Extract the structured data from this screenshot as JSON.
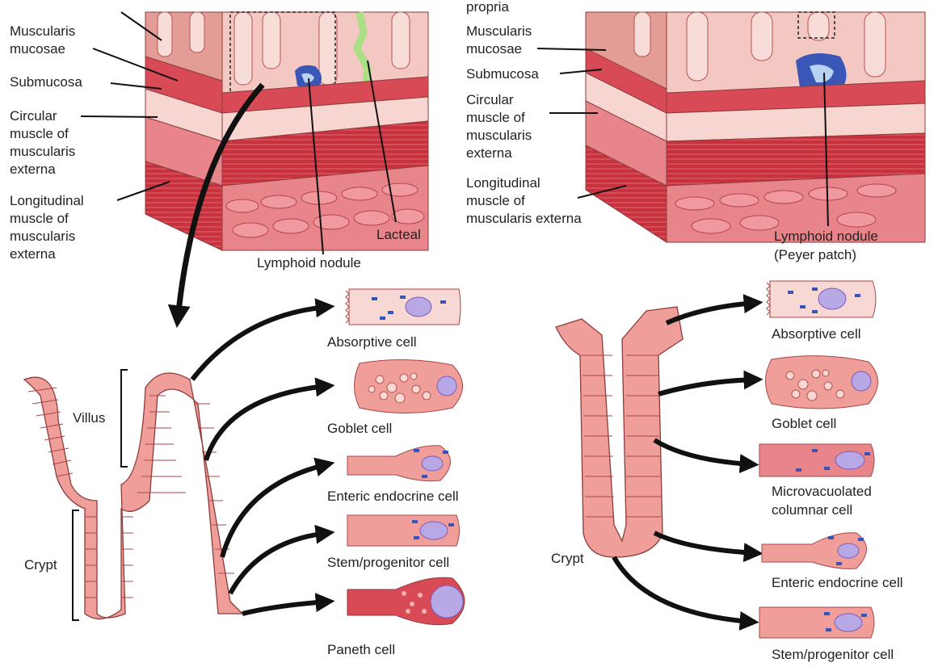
{
  "left_panel": {
    "tissue_labels": [
      {
        "key": "muscularis_mucosae_1",
        "text": "Muscularis"
      },
      {
        "key": "muscularis_mucosae_2",
        "text": "mucosae"
      },
      {
        "key": "submucosa",
        "text": "Submucosa"
      },
      {
        "key": "circular_1",
        "text": "Circular"
      },
      {
        "key": "circular_2",
        "text": "muscle of"
      },
      {
        "key": "circular_3",
        "text": "muscularis"
      },
      {
        "key": "circular_4",
        "text": "externa"
      },
      {
        "key": "longitudinal_1",
        "text": "Longitudinal"
      },
      {
        "key": "longitudinal_2",
        "text": "muscle of"
      },
      {
        "key": "longitudinal_3",
        "text": "muscularis"
      },
      {
        "key": "longitudinal_4",
        "text": "externa"
      }
    ],
    "lacteal": "Lacteal",
    "lymphoid_nodule": "Lymphoid nodule",
    "villus": "Villus",
    "crypt": "Crypt",
    "cells": [
      "Absorptive cell",
      "Goblet cell",
      "Enteric endocrine cell",
      "Stem/progenitor cell",
      "Paneth cell"
    ]
  },
  "right_panel": {
    "cut_top_text": "propria",
    "tissue_labels": [
      {
        "key": "muscularis_mucosae_1",
        "text": "Muscularis"
      },
      {
        "key": "muscularis_mucosae_2",
        "text": "mucosae"
      },
      {
        "key": "submucosa",
        "text": "Submucosa"
      },
      {
        "key": "circular_1",
        "text": "Circular"
      },
      {
        "key": "circular_2",
        "text": "muscle of"
      },
      {
        "key": "circular_3",
        "text": "muscularis"
      },
      {
        "key": "circular_4",
        "text": "externa"
      },
      {
        "key": "longitudinal_1",
        "text": "Longitudinal"
      },
      {
        "key": "longitudinal_2",
        "text": "muscle of"
      },
      {
        "key": "longitudinal_3",
        "text": "muscularis externa"
      }
    ],
    "lymphoid_nodule_1": "Lymphoid nodule",
    "lymphoid_nodule_2": "(Peyer patch)",
    "crypt": "Crypt",
    "cells": [
      "Absorptive cell",
      "Goblet cell",
      "Microvacuolated",
      "columnar cell",
      "Enteric endocrine cell",
      "Stem/progenitor cell"
    ]
  },
  "colors": {
    "tissue_light": "#f6d3cd",
    "tissue_mid": "#e99a95",
    "muscle_dark": "#c8323f",
    "muscle_band": "#d94a57",
    "cell_fill": "#ef9e9a",
    "cell_pale": "#f8d8d4",
    "nucleus": "#b9a8e6",
    "granule_blue": "#3b53b5",
    "lymph_dark": "#3a57b8",
    "lymph_light": "#b7d2f2",
    "lacteal": "#c6f0a6",
    "arrow": "#111111"
  }
}
